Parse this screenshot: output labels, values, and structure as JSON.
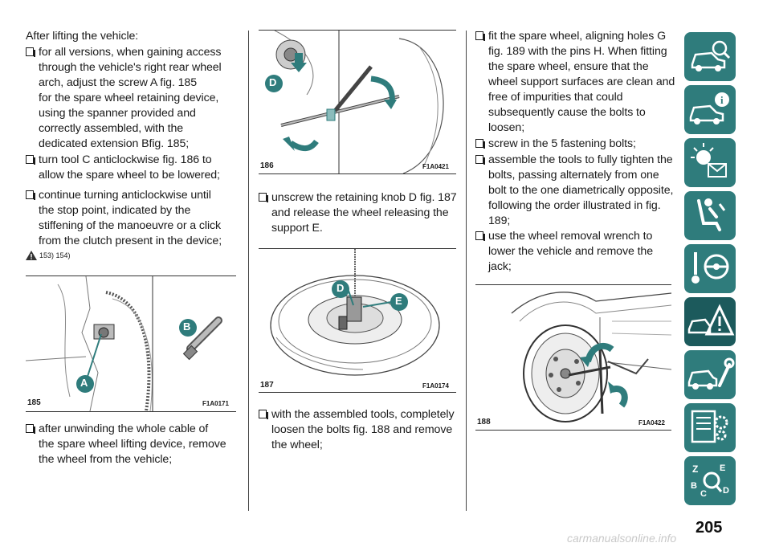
{
  "col1": {
    "intro": "After lifting the vehicle:",
    "bullets": [
      [
        "for all versions, when gaining access",
        "through the vehicle's right rear wheel",
        "arch, adjust the screw A fig. 185",
        "for the spare wheel retaining device,",
        "using the spanner provided and",
        "correctly assembled, with the",
        "dedicated extension Bfig. 185;"
      ],
      [
        "turn tool C anticlockwise fig. 186 to",
        "allow the spare wheel to be lowered;"
      ],
      [
        "continue turning anticlockwise until",
        "the stop point, indicated by the",
        "stiffening of the manoeuvre or a click",
        "from the clutch present in the device;"
      ]
    ],
    "warning_refs": "153) 154)",
    "bullet_after_fig": [
      "after unwinding the whole cable of",
      "the spare wheel lifting device, remove",
      "the wheel from the vehicle;"
    ]
  },
  "col2": {
    "bullet1": [
      "unscrew the retaining knob D fig. 187",
      "and release the wheel releasing the",
      "support E."
    ],
    "bullet2": [
      "with the assembled tools, completely",
      "loosen the bolts fig. 188 and remove",
      "the wheel;"
    ]
  },
  "col3": {
    "bullets": [
      [
        "fit the spare wheel, aligning holes G",
        "fig. 189 with the pins H. When fitting",
        "the spare wheel, ensure that the",
        "wheel support surfaces are clean and",
        "free of impurities that could",
        "subsequently cause the bolts to",
        "loosen;"
      ],
      [
        "screw in the 5 fastening bolts;"
      ],
      [
        "assemble the tools to fully tighten the",
        "bolts, passing alternately from one",
        "bolt to the one diametrically opposite,",
        "following the order illustrated in fig.",
        "189;"
      ],
      [
        "use the wheel removal wrench to",
        "lower the vehicle and remove the",
        "jack;"
      ]
    ]
  },
  "figures": {
    "f185": {
      "number": "185",
      "code": "F1A0171",
      "label_a": "A",
      "label_b": "B"
    },
    "f186": {
      "number": "186",
      "code": "F1A0421",
      "label_d": "D"
    },
    "f187": {
      "number": "187",
      "code": "F1A0174",
      "label_d": "D",
      "label_e": "E"
    },
    "f188": {
      "number": "188",
      "code": "F1A0422"
    }
  },
  "sidebar": {
    "tabs": [
      {
        "name": "dashboard-knowledge",
        "icon": "car-search-icon"
      },
      {
        "name": "safety",
        "icon": "car-info-icon"
      },
      {
        "name": "starting-driving",
        "icon": "warning-light-icon"
      },
      {
        "name": "in-an-emergency",
        "icon": "seat-airbag-icon"
      },
      {
        "name": "maintenance",
        "icon": "steering-key-icon"
      },
      {
        "name": "technical-data",
        "icon": "car-warning-triangle-icon"
      },
      {
        "name": "multimedia",
        "icon": "car-wrench-icon"
      },
      {
        "name": "index",
        "icon": "document-gear-icon"
      },
      {
        "name": "alphabetical-index",
        "icon": "alphabet-search-icon"
      }
    ],
    "active_index": 5,
    "accent": "#2f7c7c",
    "active_color": "#1c5a5c"
  },
  "page_number": "205",
  "watermark": "carmanualsonline.info"
}
